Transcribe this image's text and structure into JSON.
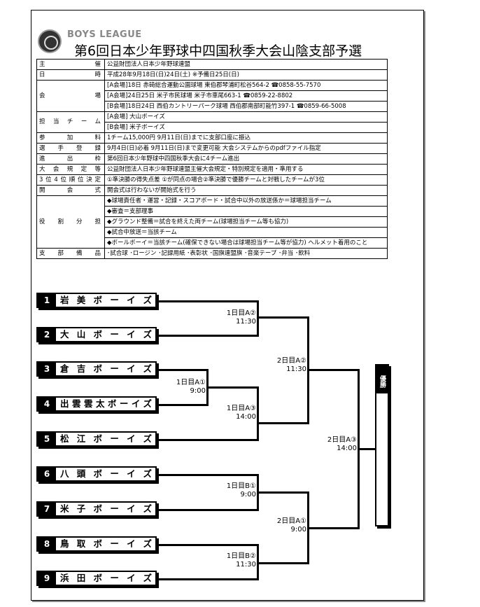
{
  "header": {
    "league": "BOYS LEAGUE",
    "title": "第6回日本少年野球中四国秋季大会山陰支部予選"
  },
  "info": [
    {
      "label": "主催",
      "lines": [
        "公益財団法人日本少年野球連盟"
      ]
    },
    {
      "label": "日時",
      "lines": [
        "平成28年9月18日(日)24日(土) ※予備日25日(日)"
      ]
    },
    {
      "label": "会場",
      "lines": [
        "[A会場]18日 赤碕総合運動公園球場 東伯郡琴浦町松谷564-2 ☎0858-55-7570",
        "[A会場]24日25日 米子市民球場 米子市車尾663-1 ☎0859-22-8802",
        "[B会場]18日24日 西伯カントリーパーク球場 西伯郡南部町能竹397-1 ☎0859-66-5008"
      ]
    },
    {
      "label": "担当チーム",
      "lines": [
        "[A会場] 大山ボーイズ",
        "[B会場] 米子ボーイズ"
      ]
    },
    {
      "label": "参加料",
      "lines": [
        "1チーム15,000円 9月11日(日)までに支部口座に振込"
      ]
    },
    {
      "label": "選手登録",
      "lines": [
        "9月4日(日)必着 9月11日(日)まで変更可能 大会システムからのpdfファイル指定"
      ]
    },
    {
      "label": "進出枠",
      "lines": [
        "第6回日本少年野球中四国秋季大会に4チーム進出"
      ]
    },
    {
      "label": "大会規定等",
      "lines": [
        "公益財団法人日本少年野球連盟主催大会規定・特別規定を適用・準用する"
      ]
    },
    {
      "label": "3位4位順位決定",
      "lines": [
        "①準決勝の得失点差 ①が同点の場合②準決勝で優勝チームと対戦したチームが3位"
      ]
    },
    {
      "label": "開会式",
      "lines": [
        "開会式は行わないが開始式を行う"
      ]
    },
    {
      "label": "役割分担",
      "lines": [
        "◆球場責任者・運営・記録・スコアボード・試合中以外の放送係か＝球場担当チーム",
        "◆審査＝支部理事",
        "◆グラウンド整備＝試合を終えた両チーム(球場担当チーム等も協力)",
        "◆試合中放送＝当該チーム",
        "◆ボールボーイ＝当該チーム(確保できない場合は球場担当チーム等が協力) ヘルメット着用のこと"
      ]
    },
    {
      "label": "支部備品",
      "lines": [
        "･試合球 ･ロージン ･記録用紙 ･表彰状 ･国旗連盟旗 ･音楽テープ ･弁当 ･飲料"
      ]
    }
  ],
  "teams": [
    {
      "num": "1",
      "name": "岩美ボーイズ"
    },
    {
      "num": "2",
      "name": "大山ボーイズ"
    },
    {
      "num": "3",
      "name": "倉吉ボーイズ"
    },
    {
      "num": "4",
      "name": "出雲雲太ボーイズ"
    },
    {
      "num": "5",
      "name": "松江ボーイズ"
    },
    {
      "num": "6",
      "name": "八頭ボーイズ"
    },
    {
      "num": "7",
      "name": "米子ボーイズ"
    },
    {
      "num": "8",
      "name": "鳥取ボーイズ"
    },
    {
      "num": "9",
      "name": "浜田ボーイズ"
    }
  ],
  "matches": [
    {
      "label": "1日目A②",
      "time": "11:30"
    },
    {
      "label": "1日目A①",
      "time": "9:00"
    },
    {
      "label": "1日目A③",
      "time": "14:00"
    },
    {
      "label": "1日目B①",
      "time": "9:00"
    },
    {
      "label": "1日目B②",
      "time": "11:30"
    },
    {
      "label": "2日目A②",
      "time": "11:30"
    },
    {
      "label": "2日目A①",
      "time": "9:00"
    },
    {
      "label": "2日目A③",
      "time": "14:00"
    }
  ],
  "champion_label": "優勝"
}
